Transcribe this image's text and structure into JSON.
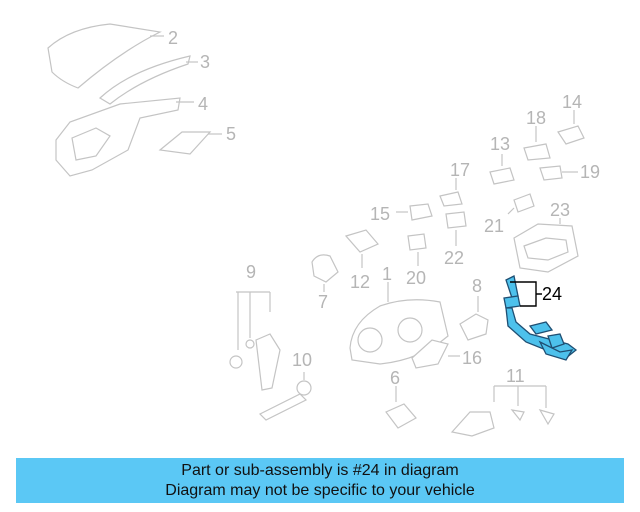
{
  "diagram": {
    "highlighted_part": "24",
    "callouts": [
      "1",
      "2",
      "3",
      "4",
      "5",
      "6",
      "7",
      "8",
      "9",
      "10",
      "11",
      "12",
      "13",
      "14",
      "15",
      "16",
      "17",
      "18",
      "19",
      "20",
      "21",
      "22",
      "23",
      "24"
    ],
    "colors": {
      "highlight_fill": "#4dc1ec",
      "highlight_stroke": "#1f4f73",
      "part_stroke": "#c4c4c4",
      "banner_bg": "#5bc8f5"
    }
  },
  "banner": {
    "line1": "Part or sub-assembly is #24 in diagram",
    "line2": "Diagram may not be specific to your vehicle"
  }
}
